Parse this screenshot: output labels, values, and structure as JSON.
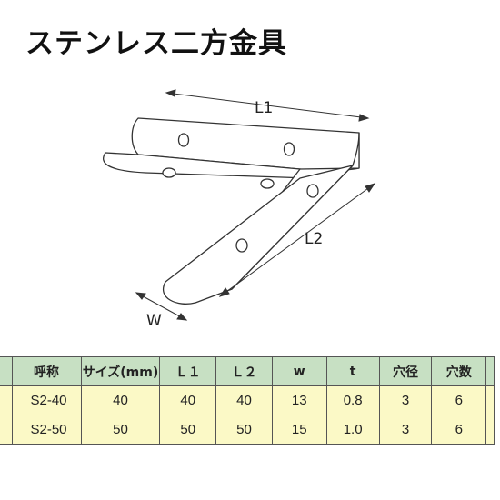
{
  "title": "ステンレス二方金具",
  "diagram": {
    "labels": {
      "l1": "L1",
      "l2": "L2",
      "w": "W"
    }
  },
  "table": {
    "headers": [
      "呼称",
      "サイズ(mm)",
      "Ｌ１",
      "Ｌ２",
      "w",
      "t",
      "穴径",
      "穴数"
    ],
    "rows": [
      [
        "S2-40",
        "40",
        "40",
        "40",
        "13",
        "0.8",
        "3",
        "6"
      ],
      [
        "S2-50",
        "50",
        "50",
        "50",
        "15",
        "1.0",
        "3",
        "6"
      ]
    ]
  },
  "colors": {
    "header_bg": "#c7e0c3",
    "row_bg": "#fbf9c6"
  }
}
